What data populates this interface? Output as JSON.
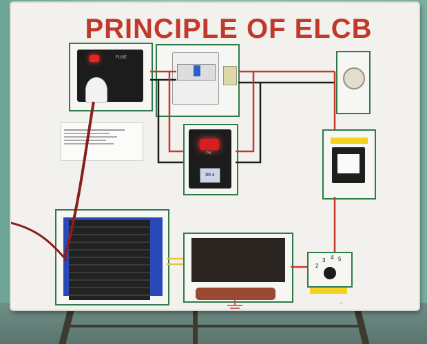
{
  "scene": {
    "title": "PRINCIPLE OF ELCB",
    "switch_label": "FUSE",
    "switch2_label": "ON",
    "display_value": "88.4",
    "dial_numbers": [
      "2",
      "3",
      "4",
      "5"
    ],
    "colors": {
      "title_red": "#c0392b",
      "panel_border": "#2f7a4a",
      "wire_red": "#c4392e",
      "wire_black": "#1c1c1c",
      "board": "#f2f1ed",
      "tag_yellow": "#f1d21e"
    }
  }
}
